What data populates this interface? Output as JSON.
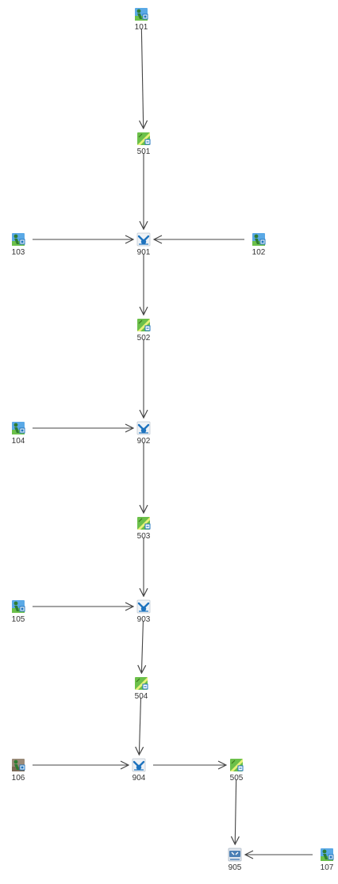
{
  "nodes": [
    {
      "id": "101",
      "type": "source",
      "label": "101"
    },
    {
      "id": "501",
      "type": "process",
      "label": "501"
    },
    {
      "id": "103",
      "type": "source",
      "label": "103"
    },
    {
      "id": "901",
      "type": "junction",
      "label": "901"
    },
    {
      "id": "102",
      "type": "source",
      "label": "102"
    },
    {
      "id": "502",
      "type": "process",
      "label": "502"
    },
    {
      "id": "104",
      "type": "source",
      "label": "104"
    },
    {
      "id": "902",
      "type": "junction",
      "label": "902"
    },
    {
      "id": "503",
      "type": "process",
      "label": "503"
    },
    {
      "id": "105",
      "type": "source",
      "label": "105"
    },
    {
      "id": "903",
      "type": "junction",
      "label": "903"
    },
    {
      "id": "504",
      "type": "process",
      "label": "504"
    },
    {
      "id": "106",
      "type": "source-alt",
      "label": "106"
    },
    {
      "id": "904",
      "type": "junction",
      "label": "904"
    },
    {
      "id": "505",
      "type": "process",
      "label": "505"
    },
    {
      "id": "905",
      "type": "outlet",
      "label": "905"
    },
    {
      "id": "107",
      "type": "source",
      "label": "107"
    }
  ],
  "edges": [
    {
      "from": "101",
      "to": "501"
    },
    {
      "from": "501",
      "to": "901"
    },
    {
      "from": "103",
      "to": "901"
    },
    {
      "from": "102",
      "to": "901"
    },
    {
      "from": "901",
      "to": "502"
    },
    {
      "from": "502",
      "to": "902"
    },
    {
      "from": "104",
      "to": "902"
    },
    {
      "from": "902",
      "to": "503"
    },
    {
      "from": "503",
      "to": "903"
    },
    {
      "from": "105",
      "to": "903"
    },
    {
      "from": "903",
      "to": "504"
    },
    {
      "from": "504",
      "to": "904"
    },
    {
      "from": "106",
      "to": "904"
    },
    {
      "from": "904",
      "to": "505"
    },
    {
      "from": "505",
      "to": "905"
    },
    {
      "from": "107",
      "to": "905"
    }
  ],
  "colors": {
    "sky": "#5aa9e6",
    "grass": "#6cc04a",
    "source_fig": "#2e7d32",
    "process_diag": "#e8f27a",
    "junction": "#1e73be",
    "outlet": "#4a7fb5",
    "edge": "#444444"
  }
}
